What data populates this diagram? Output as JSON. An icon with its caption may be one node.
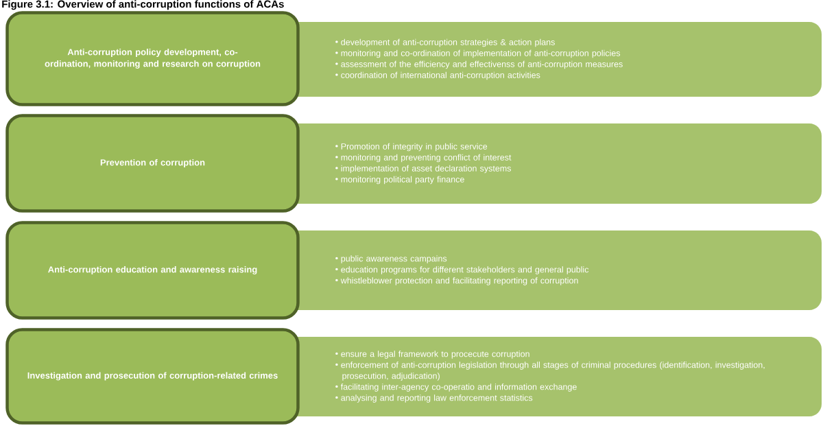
{
  "diagram": {
    "title": "Figure 3.1: Overview of anti-corruption functions of ACAs",
    "nodes": [
      {
        "text": [
          "Anti-corruption policy development, co-ordination, monitoring and research on corruption"
        ]
      },
      {
        "text": [
          "development of anti-corruption strategies & action plans",
          "monitoring and co-ordination of implementation of anti-corruption policies",
          "assessment of the efficiency and effectivenss of anti-corruption measures",
          "coordination of international anti-corruption activities"
        ]
      },
      {
        "text": [
          "Prevention of corruption"
        ]
      },
      {
        "text": [
          "Promotion of integrity in public service",
          "monitoring and preventing conflict of interest",
          "implementation of asset declaration systems",
          "monitoring political party finance"
        ]
      },
      {
        "text": [
          "Anti-corruption education and awareness raising"
        ]
      },
      {
        "text": [
          "public awareness campains",
          "education programs for different stakeholders and general public",
          "whistleblower protection and facilitating reporting of corruption"
        ]
      },
      {
        "text": [
          "Investigation and prosecution of corruption-related crimes"
        ]
      },
      {
        "text": [
          "ensure a legal framework to procecute corruption",
          "enforcement of anti-corruption legislation through all stages of criminal procedures (identification, investigation, prosecution, adjudication)",
          "facilitating inter-agency co-operatio and information exchange",
          "analysing and reporting law enforcement statistics"
        ]
      }
    ]
  }
}
